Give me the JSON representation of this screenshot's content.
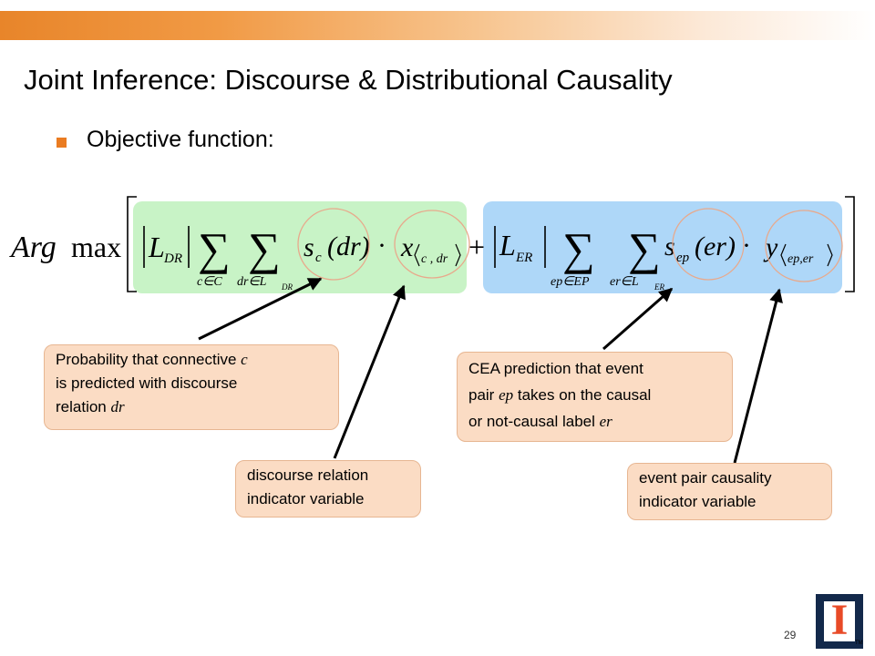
{
  "slide": {
    "title": "Joint Inference: Discourse & Distributional Causality",
    "bullet": "Objective function:",
    "page_number": "29",
    "accent_color": "#ea7c22"
  },
  "formula": {
    "arg": "Arg",
    "max": "max",
    "L": "L",
    "DR": "DR",
    "ER": "ER",
    "sum": "∑",
    "c_in_C": "c∈C",
    "dr_in_L": "dr∈L",
    "ep_in_EP": "ep∈EP",
    "er_in_L": "er∈L",
    "s": "s",
    "c": "c",
    "ep": "ep",
    "dr_arg": "(dr)",
    "er_arg": "(er)",
    "dot": "·",
    "x": "x",
    "y": "y",
    "c_dr_sub": "c , dr",
    "ep_er_sub": "ep,er",
    "plus": "+"
  },
  "callouts": {
    "connective": {
      "p1": "Probability that connective ",
      "v1": "c",
      "p2": "is predicted with discourse",
      "p3": "relation ",
      "v2": "dr"
    },
    "discourse_indicator": {
      "line1": "discourse relation",
      "line2": "indicator variable"
    },
    "cea": {
      "line1": "CEA prediction that event",
      "p2": "pair ",
      "v1": "ep",
      "p3": " takes on the causal",
      "p4": "or not-causal label ",
      "v2": "er"
    },
    "event_indicator": {
      "line1": "event pair causality",
      "line2": "indicator variable"
    }
  },
  "logo": {
    "letter": "I",
    "tm": "TM"
  }
}
